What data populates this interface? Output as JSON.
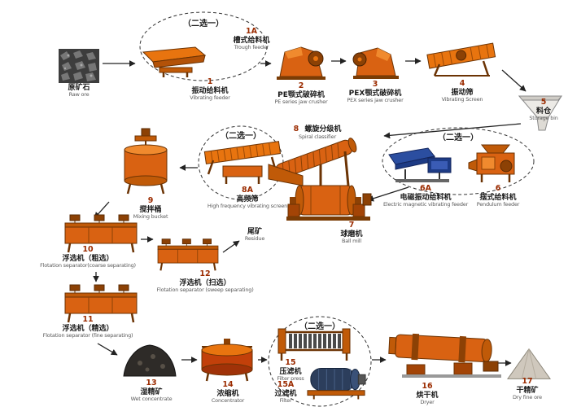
{
  "diagram": {
    "labels": {
      "choose_one": "（二选一）"
    },
    "colors": {
      "machine_orange": "#D96212",
      "machine_dark": "#6b3304",
      "feeder_blue": "#2b4ea0",
      "number_red": "#9b2b00"
    },
    "nodes": {
      "raw_ore": {
        "cn": "原矿石",
        "en": "Raw ore"
      },
      "vibrating_feeder": {
        "num": "1",
        "cn": "振动给料机",
        "en": "Vibrating feeder"
      },
      "trough_feeder": {
        "num": "1A",
        "cn": "槽式给料机",
        "en": "Trough feeder"
      },
      "pe_jaw_crusher": {
        "num": "2",
        "cn": "PE颚式破碎机",
        "en": "PE series jaw crusher"
      },
      "pex_jaw_crusher": {
        "num": "3",
        "cn": "PEX颚式破碎机",
        "en": "PEX series jaw crusher"
      },
      "vibrating_screen": {
        "num": "4",
        "cn": "振动筛",
        "en": "Vibrating Screen"
      },
      "storage_bin": {
        "num": "5",
        "cn": "料仓",
        "en": "Storage bin"
      },
      "spiral_classifier": {
        "num": "8",
        "cn": "螺旋分级机",
        "en": "Spiral classifier"
      },
      "high_frequency_screen": {
        "num": "8A",
        "cn": "高频筛",
        "en": "High frequency vibrating screen"
      },
      "mixing_bucket": {
        "num": "9",
        "cn": "搅拌桶",
        "en": "Mixing bucket"
      },
      "electromagnetic_feeder": {
        "num": "6A",
        "cn": "电磁振动给料机",
        "en": "Electric magnetic vibrating feeder"
      },
      "pendulum_feeder": {
        "num": "6",
        "cn": "摆式给料机",
        "en": "Pendulum feeder"
      },
      "ball_mill": {
        "num": "7",
        "cn": "球磨机",
        "en": "Ball mill"
      },
      "residue": {
        "cn": "尾矿",
        "en": "Residue"
      },
      "flotation_coarse": {
        "num": "10",
        "cn": "浮选机（粗选）",
        "en": "Flotation separator(coarse separating)"
      },
      "flotation_sweep": {
        "num": "12",
        "cn": "浮选机（扫选）",
        "en": "Flotation separator (sweep separating)"
      },
      "flotation_fine": {
        "num": "11",
        "cn": "浮选机（精选）",
        "en": "Flotation separator (fine separating)"
      },
      "wet_concentrate": {
        "num": "13",
        "cn": "湿精矿",
        "en": "Wet concentrate"
      },
      "concentrator": {
        "num": "14",
        "cn": "浓缩机",
        "en": "Concentrator"
      },
      "filter_press": {
        "num": "15",
        "cn": "压滤机",
        "en": "Filter press"
      },
      "filter": {
        "num": "15A",
        "cn": "过滤机",
        "en": "Filter"
      },
      "dryer": {
        "num": "16",
        "cn": "烘干机",
        "en": "Dryer"
      },
      "dry_fine_ore": {
        "num": "17",
        "cn": "干精矿",
        "en": "Dry fine ore"
      }
    }
  }
}
